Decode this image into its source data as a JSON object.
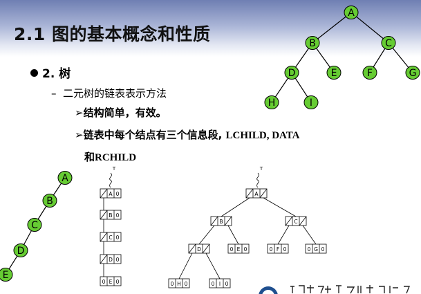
{
  "slide": {
    "title": "2.1 图的基本概念和性质",
    "bullet_l1": "2. 树",
    "bullet_l2_dash": "–",
    "bullet_l2": "二元树的链表表示方法",
    "bullet_l3_marker": "➢",
    "bullet_l3_a": "结构简单，有效。",
    "bullet_l3_b_prefix": "链表中每个结点有三个信息段,",
    "bullet_l3_b_fields": "LCHILD, DATA",
    "bullet_l3_c_prefix": "和",
    "bullet_l3_c_field": "RCHILD"
  },
  "tree_top": {
    "nodes": [
      "A",
      "B",
      "C",
      "D",
      "E",
      "F",
      "G",
      "H",
      "I"
    ],
    "node_color": "#66cc33"
  },
  "tree_left": {
    "nodes": [
      "A",
      "B",
      "C",
      "D",
      "E"
    ],
    "node_color": "#66cc33"
  },
  "list_left": {
    "pointer_label": "T",
    "cells": [
      {
        "l": "",
        "d": "A",
        "r": "0"
      },
      {
        "l": "",
        "d": "B",
        "r": "0"
      },
      {
        "l": "",
        "d": "C",
        "r": "0"
      },
      {
        "l": "",
        "d": "D",
        "r": "0"
      },
      {
        "l": "0",
        "d": "E",
        "r": "0"
      }
    ]
  },
  "list_right": {
    "pointer_label": "T",
    "cells": {
      "A": {
        "l": "",
        "d": "A",
        "r": ""
      },
      "B": {
        "l": "",
        "d": "B",
        "r": ""
      },
      "C": {
        "l": "",
        "d": "C",
        "r": ""
      },
      "D": {
        "l": "",
        "d": "D",
        "r": ""
      },
      "E": {
        "l": "0",
        "d": "E",
        "r": "0"
      },
      "F": {
        "l": "0",
        "d": "F",
        "r": "0"
      },
      "G": {
        "l": "0",
        "d": "G",
        "r": "0"
      },
      "H": {
        "l": "0",
        "d": "H",
        "r": "0"
      },
      "I": {
        "l": "0",
        "d": "I",
        "r": "0"
      }
    }
  }
}
